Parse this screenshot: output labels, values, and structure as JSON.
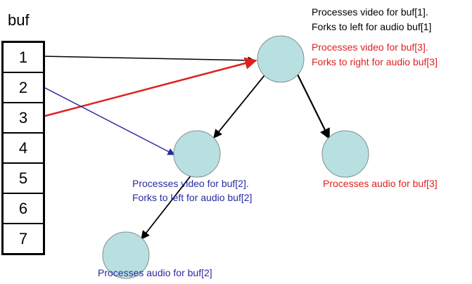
{
  "title": "buf",
  "buffer_cells": [
    "1",
    "2",
    "3",
    "4",
    "5",
    "6",
    "7"
  ],
  "nodes": [
    {
      "id": "root",
      "fill": "#b9e0e0"
    },
    {
      "id": "left",
      "fill": "#b9e0e0"
    },
    {
      "id": "right",
      "fill": "#b9e0e0"
    },
    {
      "id": "left-left",
      "fill": "#b9e0e0"
    }
  ],
  "labels": {
    "root_black_1": "Processes video for buf[1].",
    "root_black_2": "Forks to left for audio buf[1]",
    "root_red_1": "Processes video for buf[3].",
    "root_red_2": "Forks to right for audio buf[3]",
    "left_blue_1": "Processes video for buf[2].",
    "left_blue_2": "Forks to left for audio buf[2]",
    "right_red": "Processes audio for buf[3]",
    "leftleft_blue": "Processes audio for buf[2]"
  },
  "colors": {
    "black": "#000000",
    "red": "#e02020",
    "blue": "#2a2aa0",
    "node_fill": "#b9e0e0",
    "node_stroke": "#7f8f8f"
  }
}
